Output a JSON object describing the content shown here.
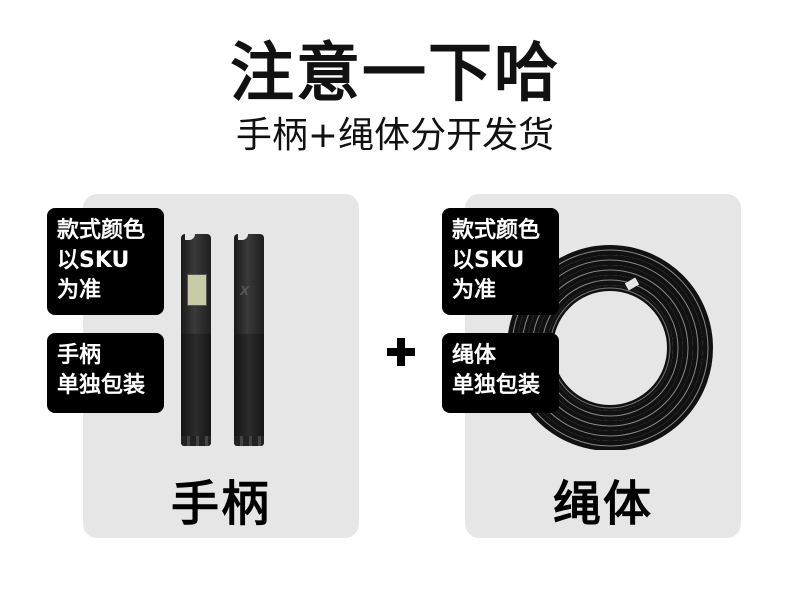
{
  "header": {
    "title": "注意一下哈",
    "subtitle": "手柄+绳体分开发货"
  },
  "panels": [
    {
      "id": "handle",
      "caption": "手柄",
      "labels": [
        {
          "lines": [
            "款式颜色",
            "以SKU",
            "为准"
          ]
        },
        {
          "lines": [
            "手柄",
            "单独包装"
          ]
        }
      ],
      "product_image": "jump-rope-handles-pair",
      "handle_logo": "X"
    },
    {
      "id": "rope",
      "caption": "绳体",
      "labels": [
        {
          "lines": [
            "款式颜色",
            "以SKU",
            "为准"
          ]
        },
        {
          "lines": [
            "绳体",
            "单独包装"
          ]
        }
      ],
      "product_image": "coiled-rope"
    }
  ],
  "separator": "+",
  "colors": {
    "panel_bg": "#e6e6e6",
    "label_bg": "#000000",
    "label_text": "#ffffff",
    "text": "#111111"
  }
}
